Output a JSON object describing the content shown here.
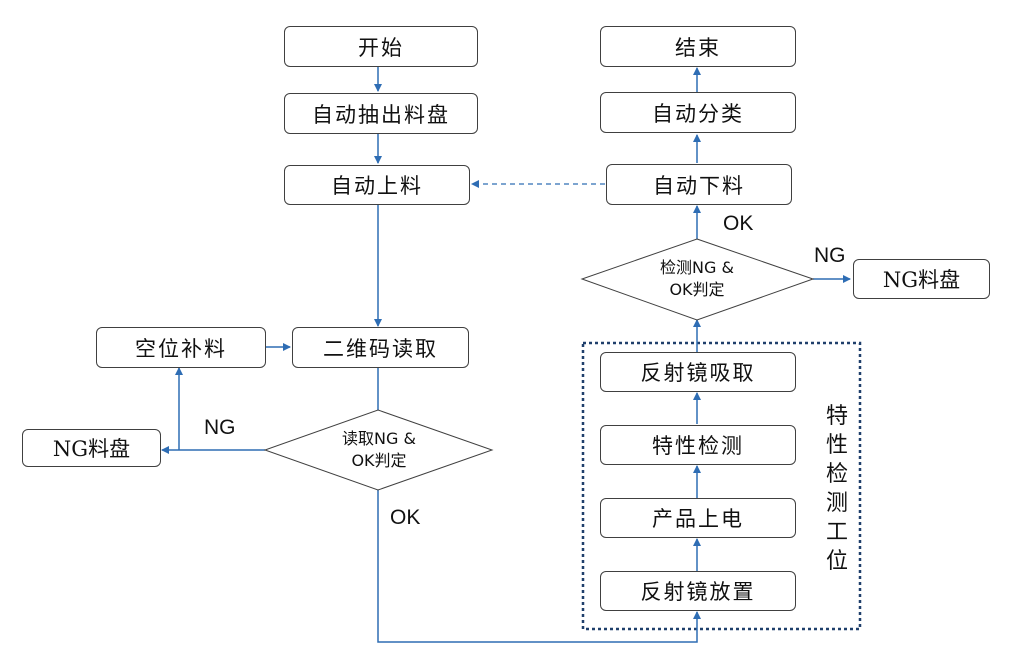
{
  "nodes": {
    "start": "开始",
    "auto_extract_tray": "自动抽出料盘",
    "auto_load": "自动上料",
    "qr_read": "二维码读取",
    "empty_refill": "空位补料",
    "ng_tray_left": "NG料盘",
    "decision_read_line1": "读取NG &",
    "decision_read_line2": "OK判定",
    "end": "结束",
    "auto_sort": "自动分类",
    "auto_unload": "自动下料",
    "decision_detect_line1": "检测NG &",
    "decision_detect_line2": "OK判定",
    "ng_tray_right": "NG料盘",
    "mirror_pick": "反射镜吸取",
    "char_test": "特性检测",
    "power_on": "产品上电",
    "mirror_place": "反射镜放置"
  },
  "labels": {
    "ng_left": "NG",
    "ok_left": "OK",
    "ok_right": "OK",
    "ng_right": "NG"
  },
  "station_label": "特性检测工位",
  "colors": {
    "arrow": "#2E6DB4",
    "box_border": "#404040",
    "station_border": "#1F3F6B"
  }
}
